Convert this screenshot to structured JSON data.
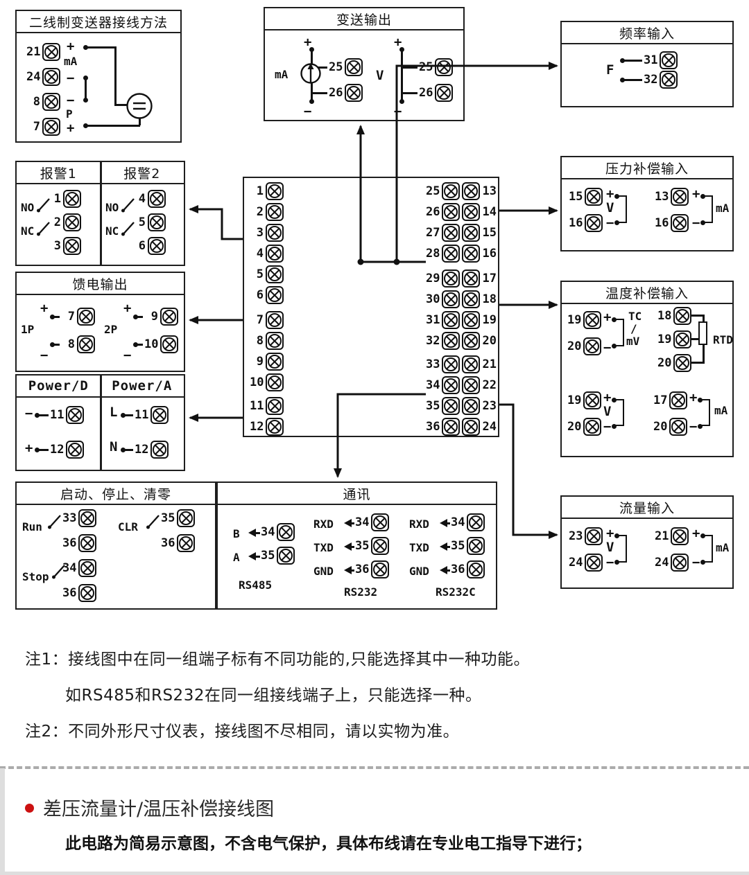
{
  "symbols": {
    "plus": "+",
    "minus": "−",
    "ma": "mA",
    "v": "V",
    "f": "F",
    "p": "P",
    "no": "NO",
    "nc": "NC",
    "l": "L",
    "n": "N",
    "tc": "TC",
    "slash": "/",
    "mv": "mV",
    "rtd": "RTD",
    "p1": "1P",
    "p2": "2P",
    "run": "Run",
    "stop": "Stop",
    "clr": "CLR",
    "b": "B",
    "a": "A",
    "rxd": "RXD",
    "txd": "TXD",
    "gnd": "GND",
    "rs485": "RS485",
    "rs232": "RS232",
    "rs232c": "RS232C"
  },
  "boxes": {
    "transmitter": {
      "title": "二线制变送器接线方法",
      "terminals": [
        "21",
        "24",
        "8",
        "7"
      ]
    },
    "transmit_output": {
      "title": "变送输出",
      "ma_terminals": [
        "25",
        "26"
      ],
      "v_terminals": [
        "25",
        "26"
      ]
    },
    "freq_input": {
      "title": "频率输入",
      "terminals": [
        "31",
        "32"
      ]
    },
    "alarm": {
      "title1": "报警1",
      "title2": "报警2",
      "terminals1": [
        "1",
        "2",
        "3"
      ],
      "terminals2": [
        "4",
        "5",
        "6"
      ]
    },
    "pressure_comp": {
      "title": "压力补偿输入",
      "v_terminals": [
        "15",
        "16"
      ],
      "ma_terminals": [
        "13",
        "16"
      ]
    },
    "feed_output": {
      "title": "馈电输出",
      "p1_terminals": [
        "7",
        "8"
      ],
      "p2_terminals": [
        "9",
        "10"
      ]
    },
    "temp_comp": {
      "title": "温度补偿输入",
      "tc_terminals": [
        "19",
        "20"
      ],
      "rtd_terminals": [
        "18",
        "19",
        "20"
      ],
      "v_terminals": [
        "19",
        "20"
      ],
      "ma_terminals": [
        "17",
        "20"
      ]
    },
    "power": {
      "title_d": "Power/D",
      "title_a": "Power/A",
      "d_terminals": [
        "11",
        "12"
      ],
      "a_terminals": [
        "11",
        "12"
      ]
    },
    "main_block": {
      "left": [
        "1",
        "2",
        "3",
        "4",
        "5",
        "6",
        "7",
        "8",
        "9",
        "10",
        "11",
        "12"
      ],
      "inner": [
        "25",
        "26",
        "27",
        "28",
        "29",
        "30",
        "31",
        "32",
        "33",
        "34",
        "35",
        "36"
      ],
      "outer": [
        "13",
        "14",
        "15",
        "16",
        "17",
        "18",
        "19",
        "20",
        "21",
        "22",
        "23",
        "24"
      ]
    },
    "run_stop_clear": {
      "title": "启动、停止、清零",
      "run_terminals": [
        "33",
        "36"
      ],
      "stop_terminals": [
        "34",
        "36"
      ],
      "clr_terminals": [
        "35",
        "36"
      ]
    },
    "comm": {
      "title": "通讯",
      "rs485_terminals": [
        "34",
        "35"
      ],
      "rs232_terminals": [
        "34",
        "35",
        "36"
      ],
      "rs232c_terminals": [
        "34",
        "35",
        "36"
      ]
    },
    "flow_input": {
      "title": "流量输入",
      "v_terminals": [
        "23",
        "24"
      ],
      "ma_terminals": [
        "21",
        "24"
      ]
    }
  },
  "notes": {
    "note1_label": "注1：",
    "note1_text": "接线图中在同一组端子标有不同功能的,只能选择其中一种功能。",
    "note1_cont": "如RS485和RS232在同一组接线端子上，只能选择一种。",
    "note2_label": "注2：",
    "note2_text": "不同外形尺寸仪表，接线图不尽相同，请以实物为准。"
  },
  "footer": {
    "heading": "差压流量计/温压补偿接线图",
    "note": "此电路为简易示意图，不含电气保护，具体布线请在专业电工指导下进行；",
    "bullet_color": "#cc1111"
  }
}
